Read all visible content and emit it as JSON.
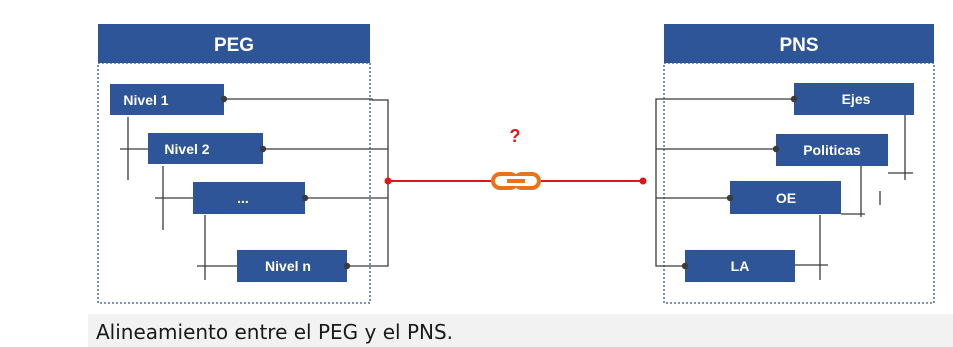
{
  "diagram": {
    "left_panel": {
      "title": "PEG",
      "levels": [
        "Nivel 1",
        "Nivel 2",
        "...",
        "Nivel n"
      ]
    },
    "right_panel": {
      "title": "PNS",
      "items": [
        "Ejes",
        "Politicas",
        "OE",
        "LA"
      ]
    },
    "link": {
      "question_mark": "?",
      "icon": "chain-link-icon"
    }
  },
  "caption": "Alineamiento entre el PEG y el PNS.",
  "colors": {
    "box_fill": "#2e5597",
    "box_text": "#ffffff",
    "connector": "#3b3b3b",
    "link_line": "#e0151b",
    "link_icon": "#e8731a",
    "question": "#e0151b",
    "panel_border": "#2e5597"
  }
}
